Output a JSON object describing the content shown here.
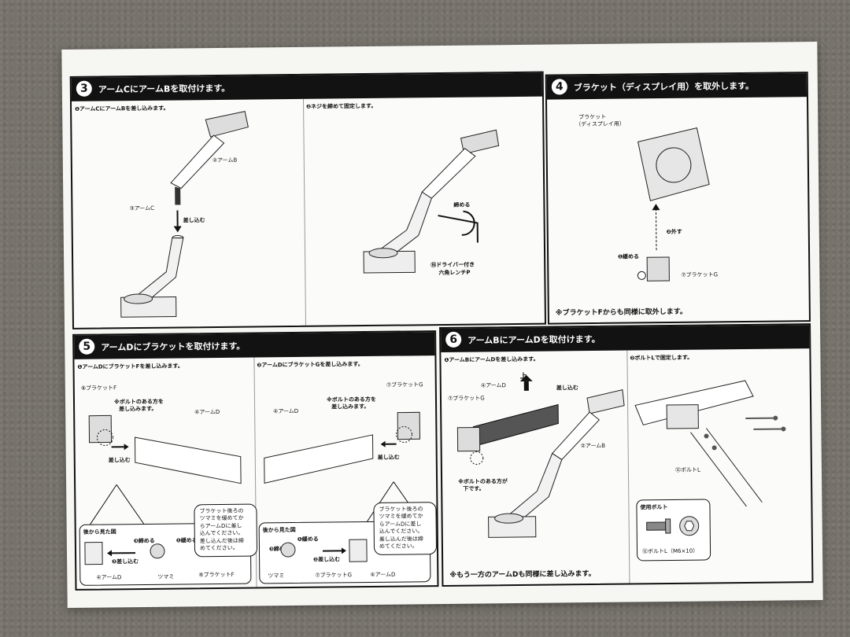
{
  "step3": {
    "number": "3",
    "title": "アームCにアームBを取付けます。",
    "sub1": "❶アームCにアームBを差し込みます。",
    "sub2": "❷ネジを締めて固定します。",
    "arm_b": "②アームB",
    "insert": "差し込む",
    "arm_c": "③アームC",
    "tighten": "締める",
    "wrench_1": "⑯ドライバー付き",
    "wrench_2": "六角レンチP"
  },
  "step4": {
    "number": "4",
    "title": "ブラケット（ディスプレイ用）を取外します。",
    "bracket_1": "ブラケット",
    "bracket_2": "（ディスプレイ用）",
    "remove": "❷外す",
    "loosen": "❶緩める",
    "bracket_g": "⑦ブラケットG",
    "note": "※ブラケットFからも同様に取外します。"
  },
  "step5": {
    "number": "5",
    "title": "アームDにブラケットを取付けます。",
    "sub1": "❶アームDにブラケットFを差し込みます。",
    "sub2": "❷アームDにブラケットGを差し込みます。",
    "bracket_f": "⑧ブラケットF",
    "bolt_side_1": "※ボルトのある方を",
    "bolt_side_2": "差し込みます。",
    "arm_d": "④アームD",
    "bracket_g": "⑦ブラケットG",
    "insert": "差し込む",
    "rear_view": "後から見た図",
    "tighten": "❸締める",
    "loosen": "❶緩める",
    "insert_step": "❷差し込む",
    "knob": "ツマミ",
    "callout": [
      "ブラケット後ろの",
      "ツマミを緩めてか",
      "らアームDに差し",
      "込んでください。",
      "差し込んだ後は締",
      "めてください。"
    ]
  },
  "step6": {
    "number": "6",
    "title": "アームBにアームDを取付けます。",
    "sub1": "❶アームBにアームDを差し込みます。",
    "sub2": "❷ボルトLで固定します。",
    "arm_d": "④アームD",
    "up": "上",
    "insert": "差し込む",
    "bracket_g": "⑦ブラケットG",
    "arm_b": "②アームB",
    "bolt_side_1": "※ボルトのある方が",
    "bolt_side_2": "下です。",
    "bolt_l": "⑫ボルトL",
    "used_bolt": "使用ボルト",
    "bolt_spec": "⑫ボルトL（M6×10）",
    "note": "※もう一方のアームDも同様に差し込みます。"
  }
}
